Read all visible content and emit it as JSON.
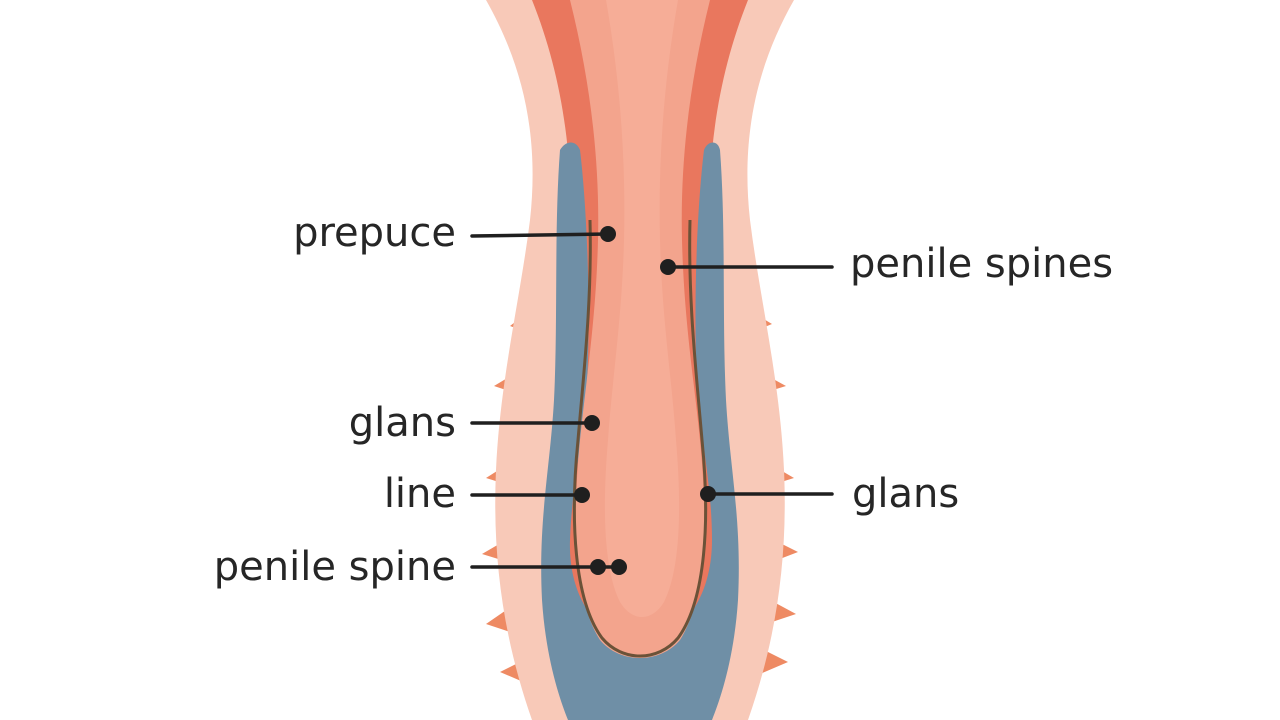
{
  "labels": {
    "prepuce": "prepuce",
    "glans_left": "glans",
    "line": "line",
    "penile_spine": "penile spine",
    "penile_spines": "penile spines",
    "glans_right": "glans"
  },
  "colors": {
    "background": "#ffffff",
    "outer_skin": "#f8c9b8",
    "outer_skin_edge": "#f4b8a2",
    "spines": "#ee8a63",
    "prepuce_layer": "#e9775e",
    "glans_blue": "#6f8fa6",
    "inner_body": "#f3a48d",
    "inner_core": "#f6ad97",
    "inner_outline": "#6b5238",
    "leader": "#1f1f1f",
    "text": "#262626"
  }
}
